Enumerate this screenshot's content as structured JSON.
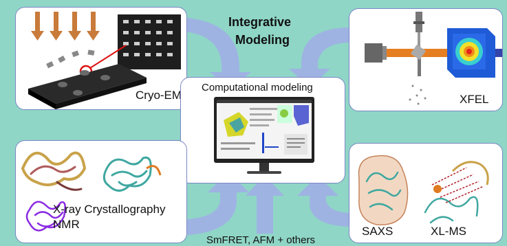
{
  "title": {
    "line1": "Integrative",
    "line2": "Modeling"
  },
  "panels": {
    "cryo_em": "Cryo-EM",
    "xfel": "XFEL",
    "computational": "Computational modeling",
    "xray": "X-ray Crystallography",
    "nmr": "NMR",
    "saxs": "SAXS",
    "xlms": "XL-MS",
    "bottom": "SmFRET, AFM + others"
  },
  "colors": {
    "background": "#8fd6c6",
    "panel_border": "#7a86c4",
    "arrow": "#9fb3e3",
    "beam_orange": "#e67e22"
  }
}
